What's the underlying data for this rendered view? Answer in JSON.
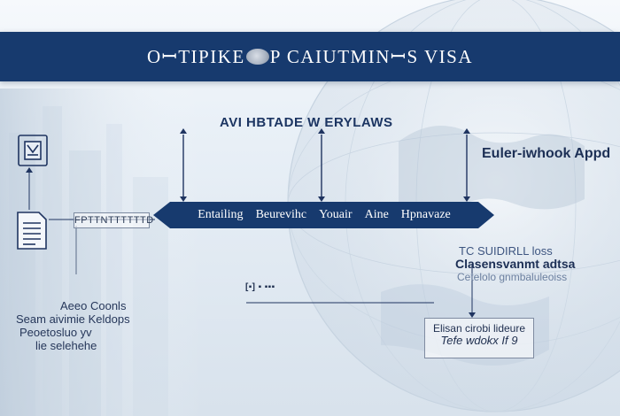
{
  "banner": {
    "title_part1": "OꟷTIPIKE",
    "title_part2": "P CAIUTMINꟷS VISA"
  },
  "diagram": {
    "heading": "AVI HBTADE W ERYLAWS",
    "right_heading": "Euler-iwhook Appd",
    "ribbon": [
      "Entailing",
      "Beurevihc",
      "Youair",
      "Aine",
      "Hpnavaze"
    ],
    "small_box": "FPTTNTTTTTTD",
    "mini_label": "[▪] ▪ ▪▪▪",
    "left_text": [
      "Aeeo Coonls",
      "Seam aivimie Keldops",
      "Peoetosluo yv",
      "lie selehehe"
    ],
    "right_block": [
      "TC SUIDIRLL loss",
      "Clasensvanmt adtsa",
      "Cetelolo gnmbaluleoiss"
    ],
    "result_box": [
      "Elisan cirobi lideure",
      "Tefe wdokx If 9"
    ]
  },
  "colors": {
    "banner": "#173a6e",
    "ribbon": "#173a6e",
    "arrow": "#1f3460"
  },
  "icons": [
    "document-icon",
    "file-list-icon"
  ]
}
